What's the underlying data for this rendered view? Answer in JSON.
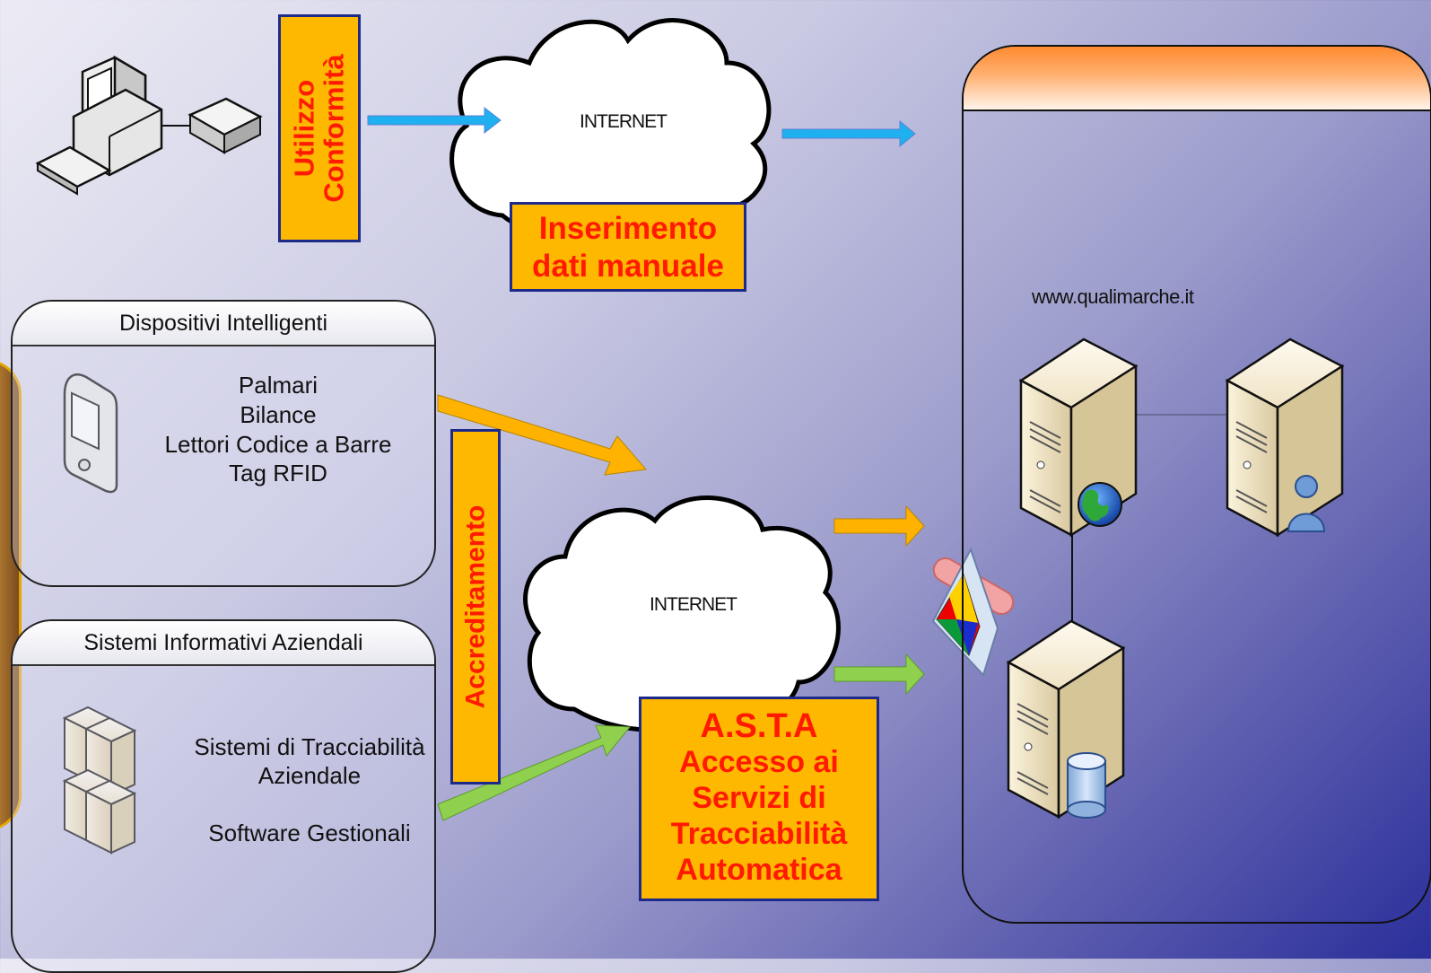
{
  "top": {
    "vertical_box": [
      "Utilizzo",
      "Conformità"
    ],
    "cloud_label": "INTERNET",
    "manual_box": [
      "Inserimento",
      "dati manuale"
    ]
  },
  "devices_panel": {
    "title": "Dispositivi Intelligenti",
    "items": [
      "Palmari",
      "Bilance",
      "Lettori Codice a Barre",
      "Tag RFID"
    ]
  },
  "systems_panel": {
    "title": "Sistemi Informativi Aziendali",
    "items": [
      "Sistemi di Tracciabilità",
      "Aziendale",
      "Software Gestionali"
    ]
  },
  "accreditamento": "Accreditamento",
  "bottom_cloud_label": "INTERNET",
  "asta_box": [
    "A.S.T.A",
    "Accesso ai",
    "Servizi di",
    "Tracciabilità",
    "Automatica"
  ],
  "site": {
    "url": "www.qualimarche.it"
  },
  "colors": {
    "orange_box": "#ffb800",
    "red_text": "#ff1a00",
    "arrow_blue": "#1fb0ef",
    "arrow_orange": "#ffb300",
    "arrow_green": "#8fd14f"
  }
}
